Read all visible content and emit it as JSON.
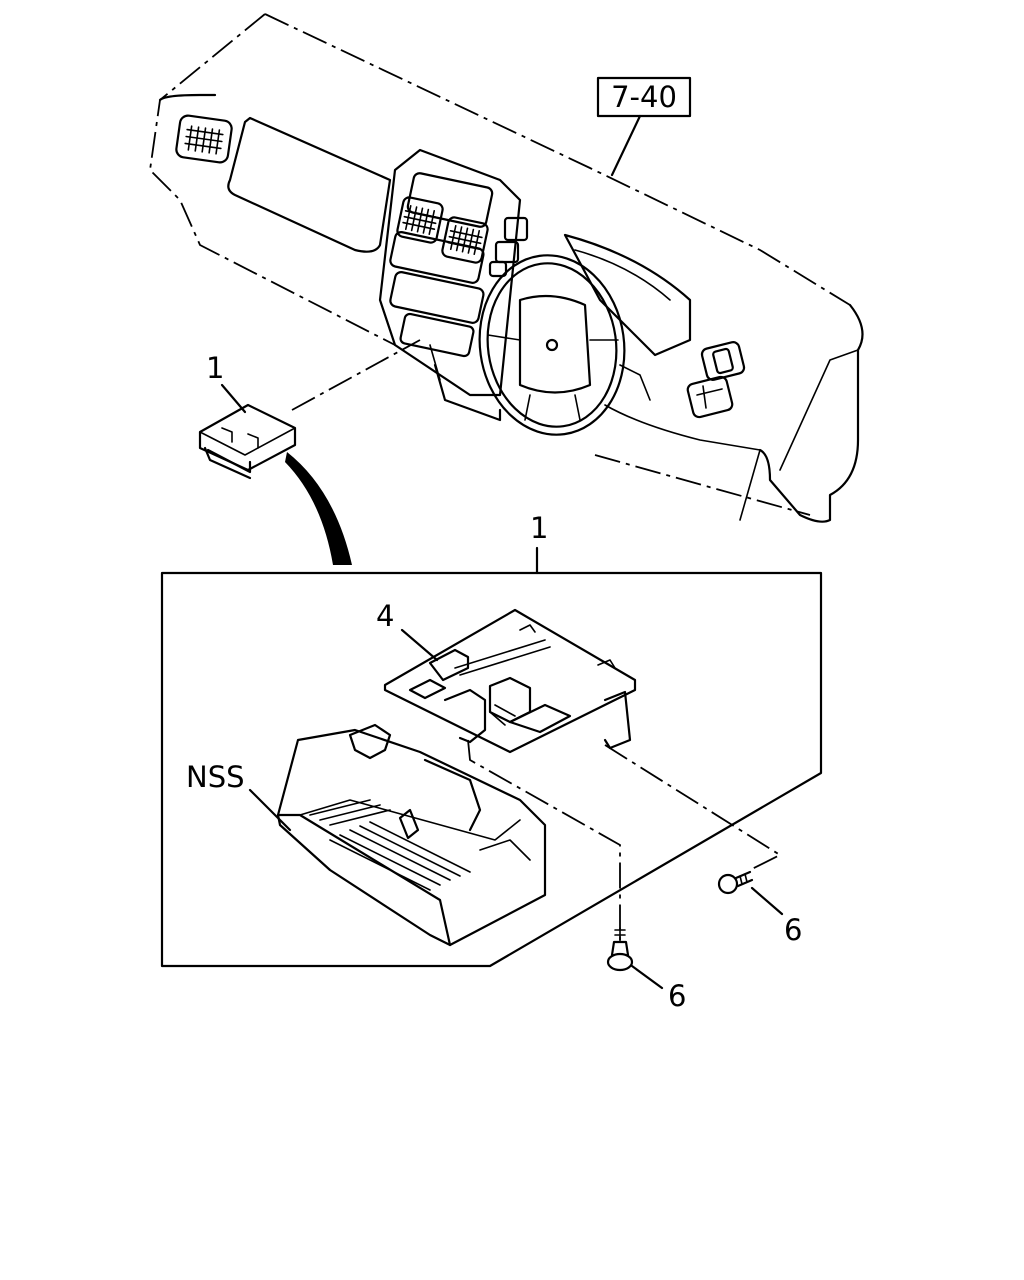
{
  "callouts": {
    "ref_box": "7-40",
    "dash_part": "1",
    "assembly": "1",
    "bracket": "4",
    "glove_box": "NSS",
    "clip_right": "6",
    "clip_bottom": "6"
  }
}
